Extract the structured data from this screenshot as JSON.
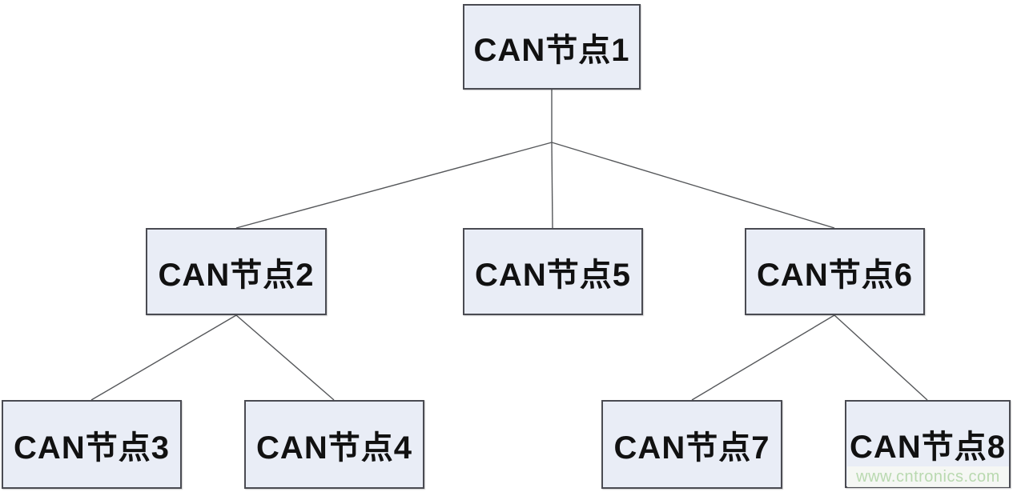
{
  "diagram": {
    "nodes": [
      {
        "id": "node1",
        "label": "CAN节点1"
      },
      {
        "id": "node2",
        "label": "CAN节点2"
      },
      {
        "id": "node3",
        "label": "CAN节点3"
      },
      {
        "id": "node4",
        "label": "CAN节点4"
      },
      {
        "id": "node5",
        "label": "CAN节点5"
      },
      {
        "id": "node6",
        "label": "CAN节点6"
      },
      {
        "id": "node7",
        "label": "CAN节点7"
      },
      {
        "id": "node8",
        "label": "CAN节点8"
      }
    ],
    "edges": [
      {
        "from": "CAN节点1",
        "to": "CAN节点2"
      },
      {
        "from": "CAN节点1",
        "to": "CAN节点5"
      },
      {
        "from": "CAN节点1",
        "to": "CAN节点6"
      },
      {
        "from": "CAN节点2",
        "to": "CAN节点3"
      },
      {
        "from": "CAN节点2",
        "to": "CAN节点4"
      },
      {
        "from": "CAN节点6",
        "to": "CAN节点7"
      },
      {
        "from": "CAN节点6",
        "to": "CAN节点8"
      }
    ]
  },
  "watermark": {
    "text": "www.cntronics.com"
  },
  "colors": {
    "node_fill": "#e9edf6",
    "node_border": "#4a4b52",
    "connector": "#55575a",
    "node_text": "#111111",
    "watermark_text": "#b9d9b0",
    "background": "#ffffff"
  }
}
